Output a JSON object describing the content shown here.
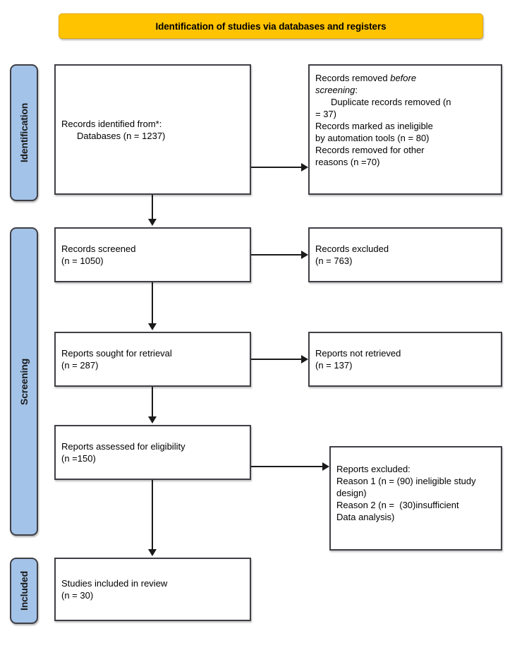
{
  "header": {
    "title": "Identification of studies via databases and registers",
    "bg_color": "#FFC300"
  },
  "phases": {
    "identification": "Identification",
    "screening": "Screening",
    "included": "Included",
    "bar_color": "#A3C3E8"
  },
  "boxes": {
    "identified": {
      "line1": "Records identified from*:",
      "line2": "Databases (n = 1237)"
    },
    "removed": {
      "line1_a": "Records removed ",
      "line1_b": "before",
      "line2_a": "screening",
      "line2_b": ":",
      "line3": "Duplicate records removed (n",
      "line4": "= 37)",
      "line5": "Records marked as ineligible",
      "line6": "by automation tools (n = 80)",
      "line7": "Records removed for other",
      "line8": "reasons (n =70)"
    },
    "screened": {
      "line1": "Records screened",
      "line2": "(n = 1050)"
    },
    "excluded_1": {
      "line1": "Records excluded",
      "line2": "(n = 763)"
    },
    "sought": {
      "line1": "Reports sought for retrieval",
      "line2": "(n = 287)"
    },
    "not_retrieved": {
      "line1": "Reports not retrieved",
      "line2": "(n = 137)"
    },
    "assessed": {
      "line1": "Reports assessed for eligibility",
      "line2": "(n =150)"
    },
    "excluded_2": {
      "line1": "Reports excluded:",
      "line2": "Reason 1 (n = (90) ineligible study",
      "line3": "design)",
      "line4": "Reason 2 (n =  (30)insufficient",
      "line5": "Data analysis)"
    },
    "included": {
      "line1": "Studies included in review",
      "line2": "(n = 30)"
    }
  },
  "chart_data": {
    "type": "diagram",
    "title": "PRISMA 2020 flow diagram",
    "nodes": [
      {
        "id": "identified",
        "stage": "Identification",
        "label": "Records identified from*: Databases",
        "n": 1237
      },
      {
        "id": "removed",
        "stage": "Identification",
        "label": "Records removed before screening",
        "duplicates": 37,
        "ineligible_automation": 80,
        "other_reasons": 70
      },
      {
        "id": "screened",
        "stage": "Screening",
        "label": "Records screened",
        "n": 1050
      },
      {
        "id": "excluded_1",
        "stage": "Screening",
        "label": "Records excluded",
        "n": 763
      },
      {
        "id": "sought",
        "stage": "Screening",
        "label": "Reports sought for retrieval",
        "n": 287
      },
      {
        "id": "not_retrieved",
        "stage": "Screening",
        "label": "Reports not retrieved",
        "n": 137
      },
      {
        "id": "assessed",
        "stage": "Screening",
        "label": "Reports assessed for eligibility",
        "n": 150
      },
      {
        "id": "excluded_2",
        "stage": "Screening",
        "label": "Reports excluded",
        "reason_1_ineligible_study_design": 90,
        "reason_2_insufficient_data_analysis": 30
      },
      {
        "id": "included",
        "stage": "Included",
        "label": "Studies included in review",
        "n": 30
      }
    ],
    "edges": [
      {
        "from": "identified",
        "to": "removed",
        "direction": "right"
      },
      {
        "from": "identified",
        "to": "screened",
        "direction": "down"
      },
      {
        "from": "screened",
        "to": "excluded_1",
        "direction": "right"
      },
      {
        "from": "screened",
        "to": "sought",
        "direction": "down"
      },
      {
        "from": "sought",
        "to": "not_retrieved",
        "direction": "right"
      },
      {
        "from": "sought",
        "to": "assessed",
        "direction": "down"
      },
      {
        "from": "assessed",
        "to": "excluded_2",
        "direction": "right"
      },
      {
        "from": "assessed",
        "to": "included",
        "direction": "down"
      }
    ]
  }
}
